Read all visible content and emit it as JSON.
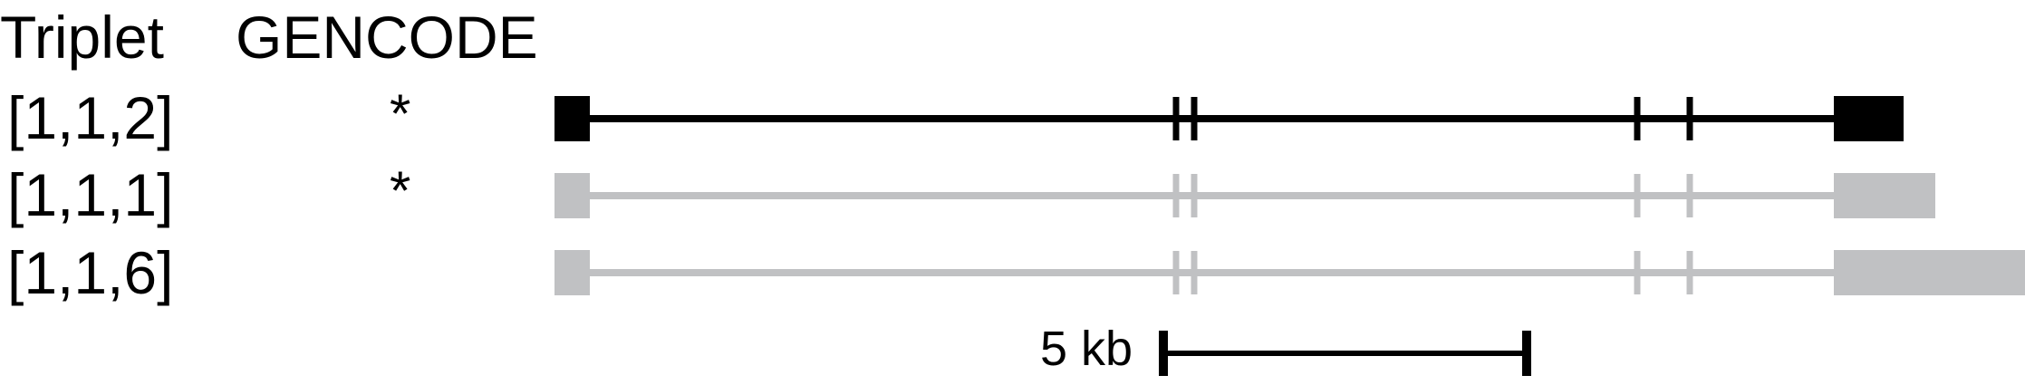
{
  "header": {
    "triplet_label": "Triplet",
    "gencode_label": "GENCODE"
  },
  "colors": {
    "primary": "#000000",
    "secondary": "#c0c1c3"
  },
  "transcripts": [
    {
      "triplet": "[1,1,2]",
      "gencode": "*",
      "color": "primary"
    },
    {
      "triplet": "[1,1,1]",
      "gencode": "*",
      "color": "secondary"
    },
    {
      "triplet": "[1,1,6]",
      "gencode": "",
      "color": "secondary"
    }
  ],
  "scale_bar": {
    "label": "5 kb"
  }
}
